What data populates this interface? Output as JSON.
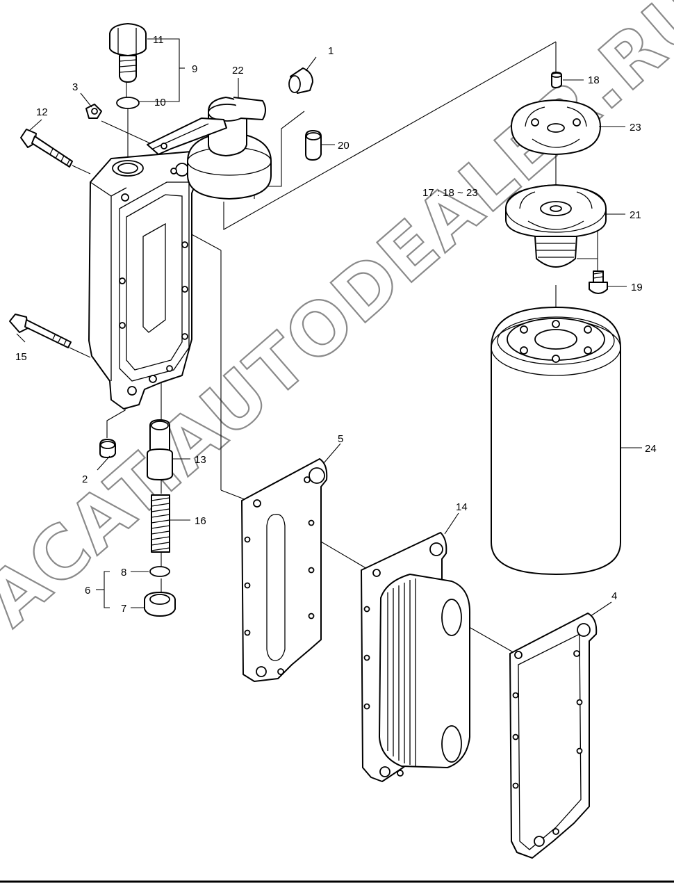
{
  "diagram": {
    "watermark": "ACAT.AUTODEALER.RU",
    "group_note": "17 : 18 ~ 23",
    "part_labels": [
      "1",
      "2",
      "3",
      "4",
      "5",
      "6",
      "7",
      "8",
      "9",
      "10",
      "11",
      "12",
      "13",
      "14",
      "15",
      "16",
      "18",
      "19",
      "20",
      "21",
      "22",
      "23",
      "24"
    ]
  }
}
